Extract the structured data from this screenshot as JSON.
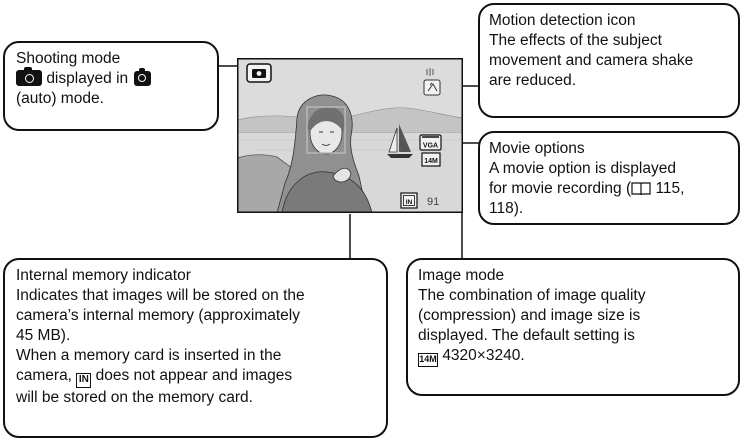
{
  "screen": {
    "icons": [
      "shooting-mode-auto-icon",
      "motion-detection-icon",
      "movie-option-vga-icon",
      "image-mode-14m-icon",
      "internal-memory-icon"
    ],
    "movie_option_label": "VGA",
    "image_mode_label": "14M",
    "memory_label": "IN",
    "remaining_exposures": "91"
  },
  "callouts": {
    "shooting_mode": {
      "title": "Shooting mode",
      "line2_text": "displayed in",
      "line3": "(auto) mode."
    },
    "motion_detection": {
      "title": "Motion detection icon",
      "lines": [
        "The effects of the subject",
        "movement and camera shake",
        "are reduced."
      ]
    },
    "movie_options": {
      "title": "Movie options",
      "line1": "A movie option is displayed",
      "line2_prefix": "for movie recording (",
      "line2_suffix": "115,",
      "line3": "118)."
    },
    "internal_memory": {
      "title": "Internal memory indicator",
      "lines": [
        "Indicates that images will be stored on the",
        "camera’s internal memory (approximately",
        "45 MB).",
        "When a memory card is inserted in the"
      ],
      "line5_prefix": "camera,",
      "line5_suffix": "does not appear and images",
      "line6": "will be stored on the memory card.",
      "icon_text": "IN"
    },
    "image_mode": {
      "title": "Image mode",
      "lines": [
        "The combination of image quality",
        "(compression) and image size is",
        "displayed. The default setting is"
      ],
      "default_value": "4320×3240.",
      "icon_text": "14M"
    }
  }
}
